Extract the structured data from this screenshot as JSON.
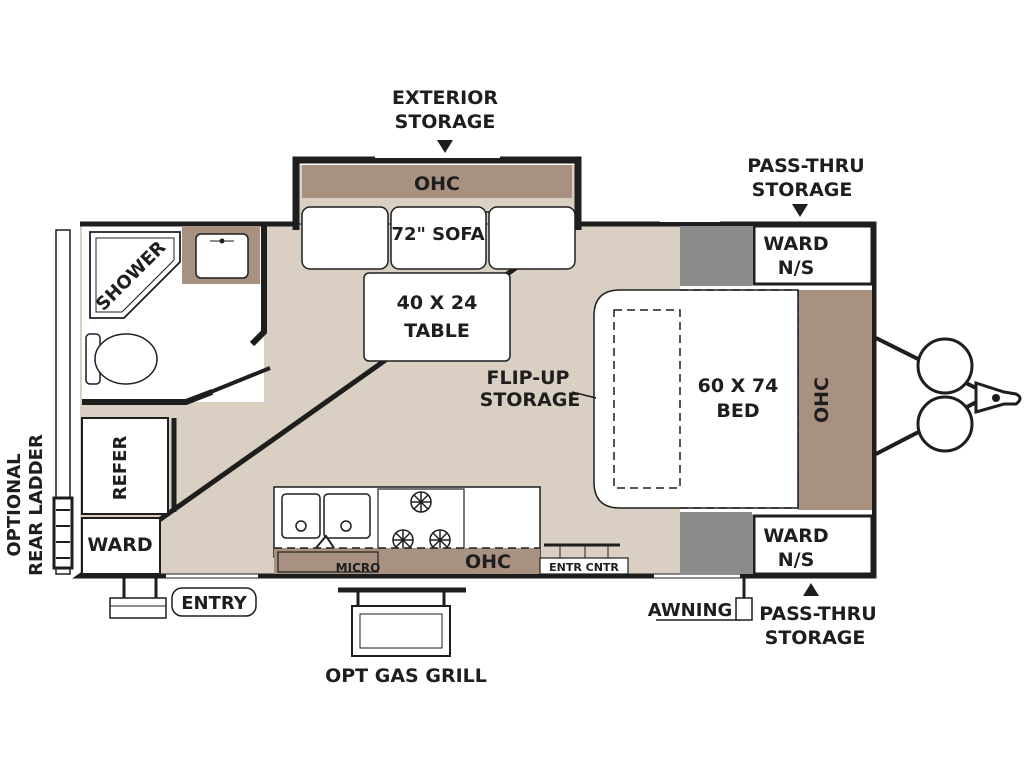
{
  "labels": {
    "exterior_storage": [
      "EXTERIOR",
      "STORAGE"
    ],
    "ohc_top": "OHC",
    "sofa": "72\" SOFA",
    "table": [
      "40 X 24",
      "TABLE"
    ],
    "pass_thru_top": [
      "PASS-THRU",
      "STORAGE"
    ],
    "ward_top": [
      "WARD",
      "N/S"
    ],
    "shower": "SHOWER",
    "flip_up": [
      "FLIP-UP",
      "STORAGE"
    ],
    "bed": [
      "60 X 74",
      "BED"
    ],
    "ohc_right": "OHC",
    "refer": "REFER",
    "optional_ladder": [
      "OPTIONAL",
      "REAR LADDER"
    ],
    "ward_left": "WARD",
    "micro": "MICRO",
    "ohc_kitchen": "OHC",
    "entr_cntr": "ENTR CNTR",
    "ward_bottom": [
      "WARD",
      "N/S"
    ],
    "entry": "ENTRY",
    "awning": "AWNING",
    "pass_thru_bottom": [
      "PASS-THRU",
      "STORAGE"
    ],
    "gas_grill": "OPT GAS GRILL"
  },
  "colors": {
    "floor": "#d9d0c3",
    "cabinet_brown": "#a89181",
    "dark_gray": "#8c8c8c",
    "wall": "#1e1e1e",
    "white": "#ffffff"
  }
}
